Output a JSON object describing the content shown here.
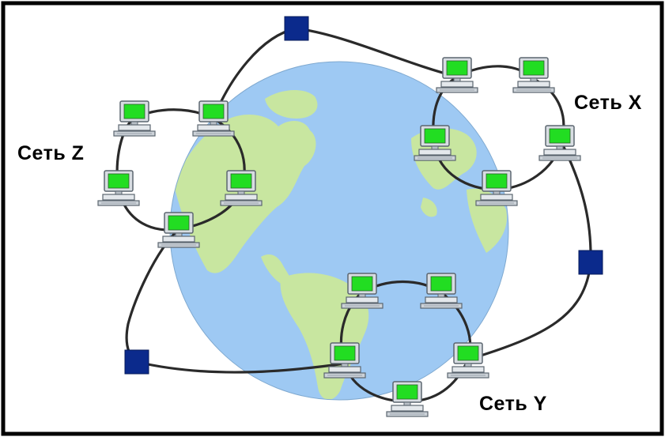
{
  "labels": {
    "net_x": "Сеть X",
    "net_y": "Сеть Y",
    "net_z": "Сеть Z"
  },
  "colors": {
    "frame": "#000000",
    "ocean": "#9ec9f3",
    "land": "#c8e6a0",
    "link": "#2a2a2a",
    "router": "#0b2a8c",
    "screen": "#22dd22",
    "computer_case": "#d8dde2"
  },
  "icons": {
    "computer": "computer-icon",
    "router": "router-icon",
    "globe": "globe-icon"
  }
}
